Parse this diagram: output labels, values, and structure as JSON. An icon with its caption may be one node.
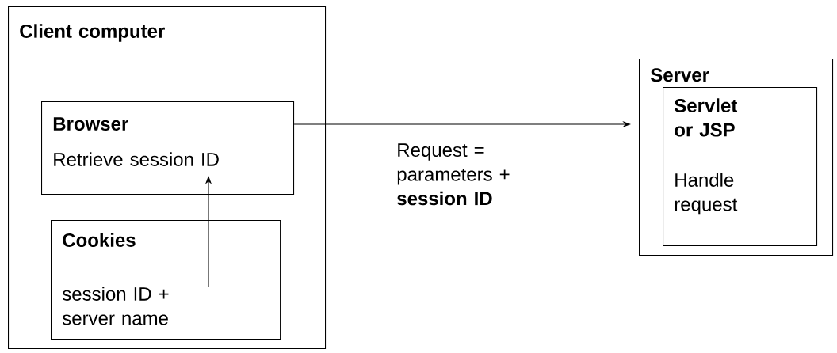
{
  "diagram": {
    "nodes": [
      {
        "text": [
          "Client computer"
        ]
      },
      {
        "text": [
          "Browser",
          "Retrieve session ID"
        ],
        "in": 0
      },
      {
        "text": [
          "Cookies",
          "session ID + server name"
        ],
        "in": 0
      },
      {
        "text": [
          "Server"
        ]
      },
      {
        "text": [
          "Servlet or JSP",
          "Handle request"
        ],
        "in": 3
      }
    ],
    "edges": [
      {
        "from": 2,
        "to": 1,
        "arrow": "to"
      },
      {
        "from": 1,
        "to": 3,
        "arrow": "to",
        "label": "Request = parameters + **session ID**"
      }
    ]
  }
}
